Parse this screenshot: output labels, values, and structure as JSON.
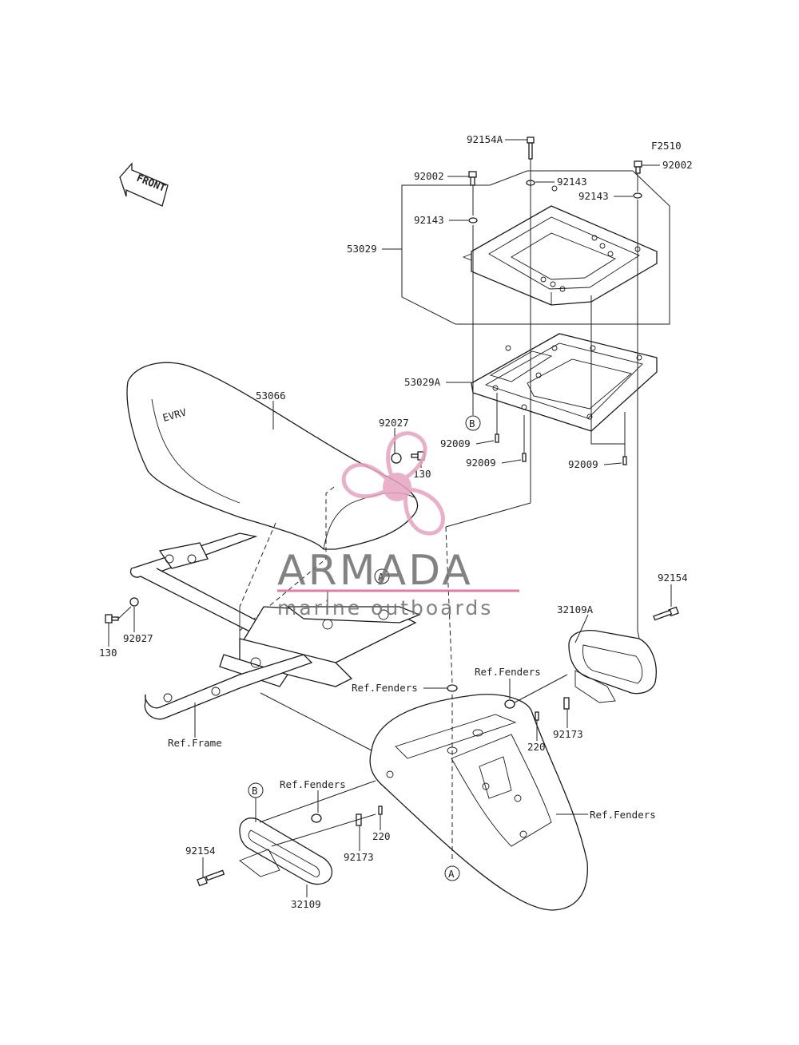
{
  "diagram": {
    "code": "F2510",
    "front_label": "FRONT",
    "callout_a": "A",
    "callout_b": "B",
    "parts": {
      "p92154A": "92154A",
      "p92002_left": "92002",
      "p92002_right": "92002",
      "p92143_top": "92143",
      "p92143_right": "92143",
      "p92143_left": "92143",
      "p53029": "53029",
      "p53029A": "53029A",
      "p53066": "53066",
      "p92027_top": "92027",
      "p130_top": "130",
      "p92009_a": "92009",
      "p92009_b": "92009",
      "p92009_c": "92009",
      "p92154_right": "92154",
      "p32109A": "32109A",
      "p130_left": "130",
      "p92027_left": "92027",
      "ref_fenders_1": "Ref.Fenders",
      "ref_fenders_2": "Ref.Fenders",
      "ref_fenders_3": "Ref.Fenders",
      "ref_fenders_4": "Ref.Fenders",
      "p220_right": "220",
      "p92173_right": "92173",
      "ref_frame": "Ref.Frame",
      "p220_left": "220",
      "p92173_left": "92173",
      "p92154_left": "92154",
      "p32109": "32109"
    }
  },
  "watermark": {
    "brand": "ARMADA",
    "tagline": "marine outboards",
    "accent_color": "#d9669a"
  }
}
